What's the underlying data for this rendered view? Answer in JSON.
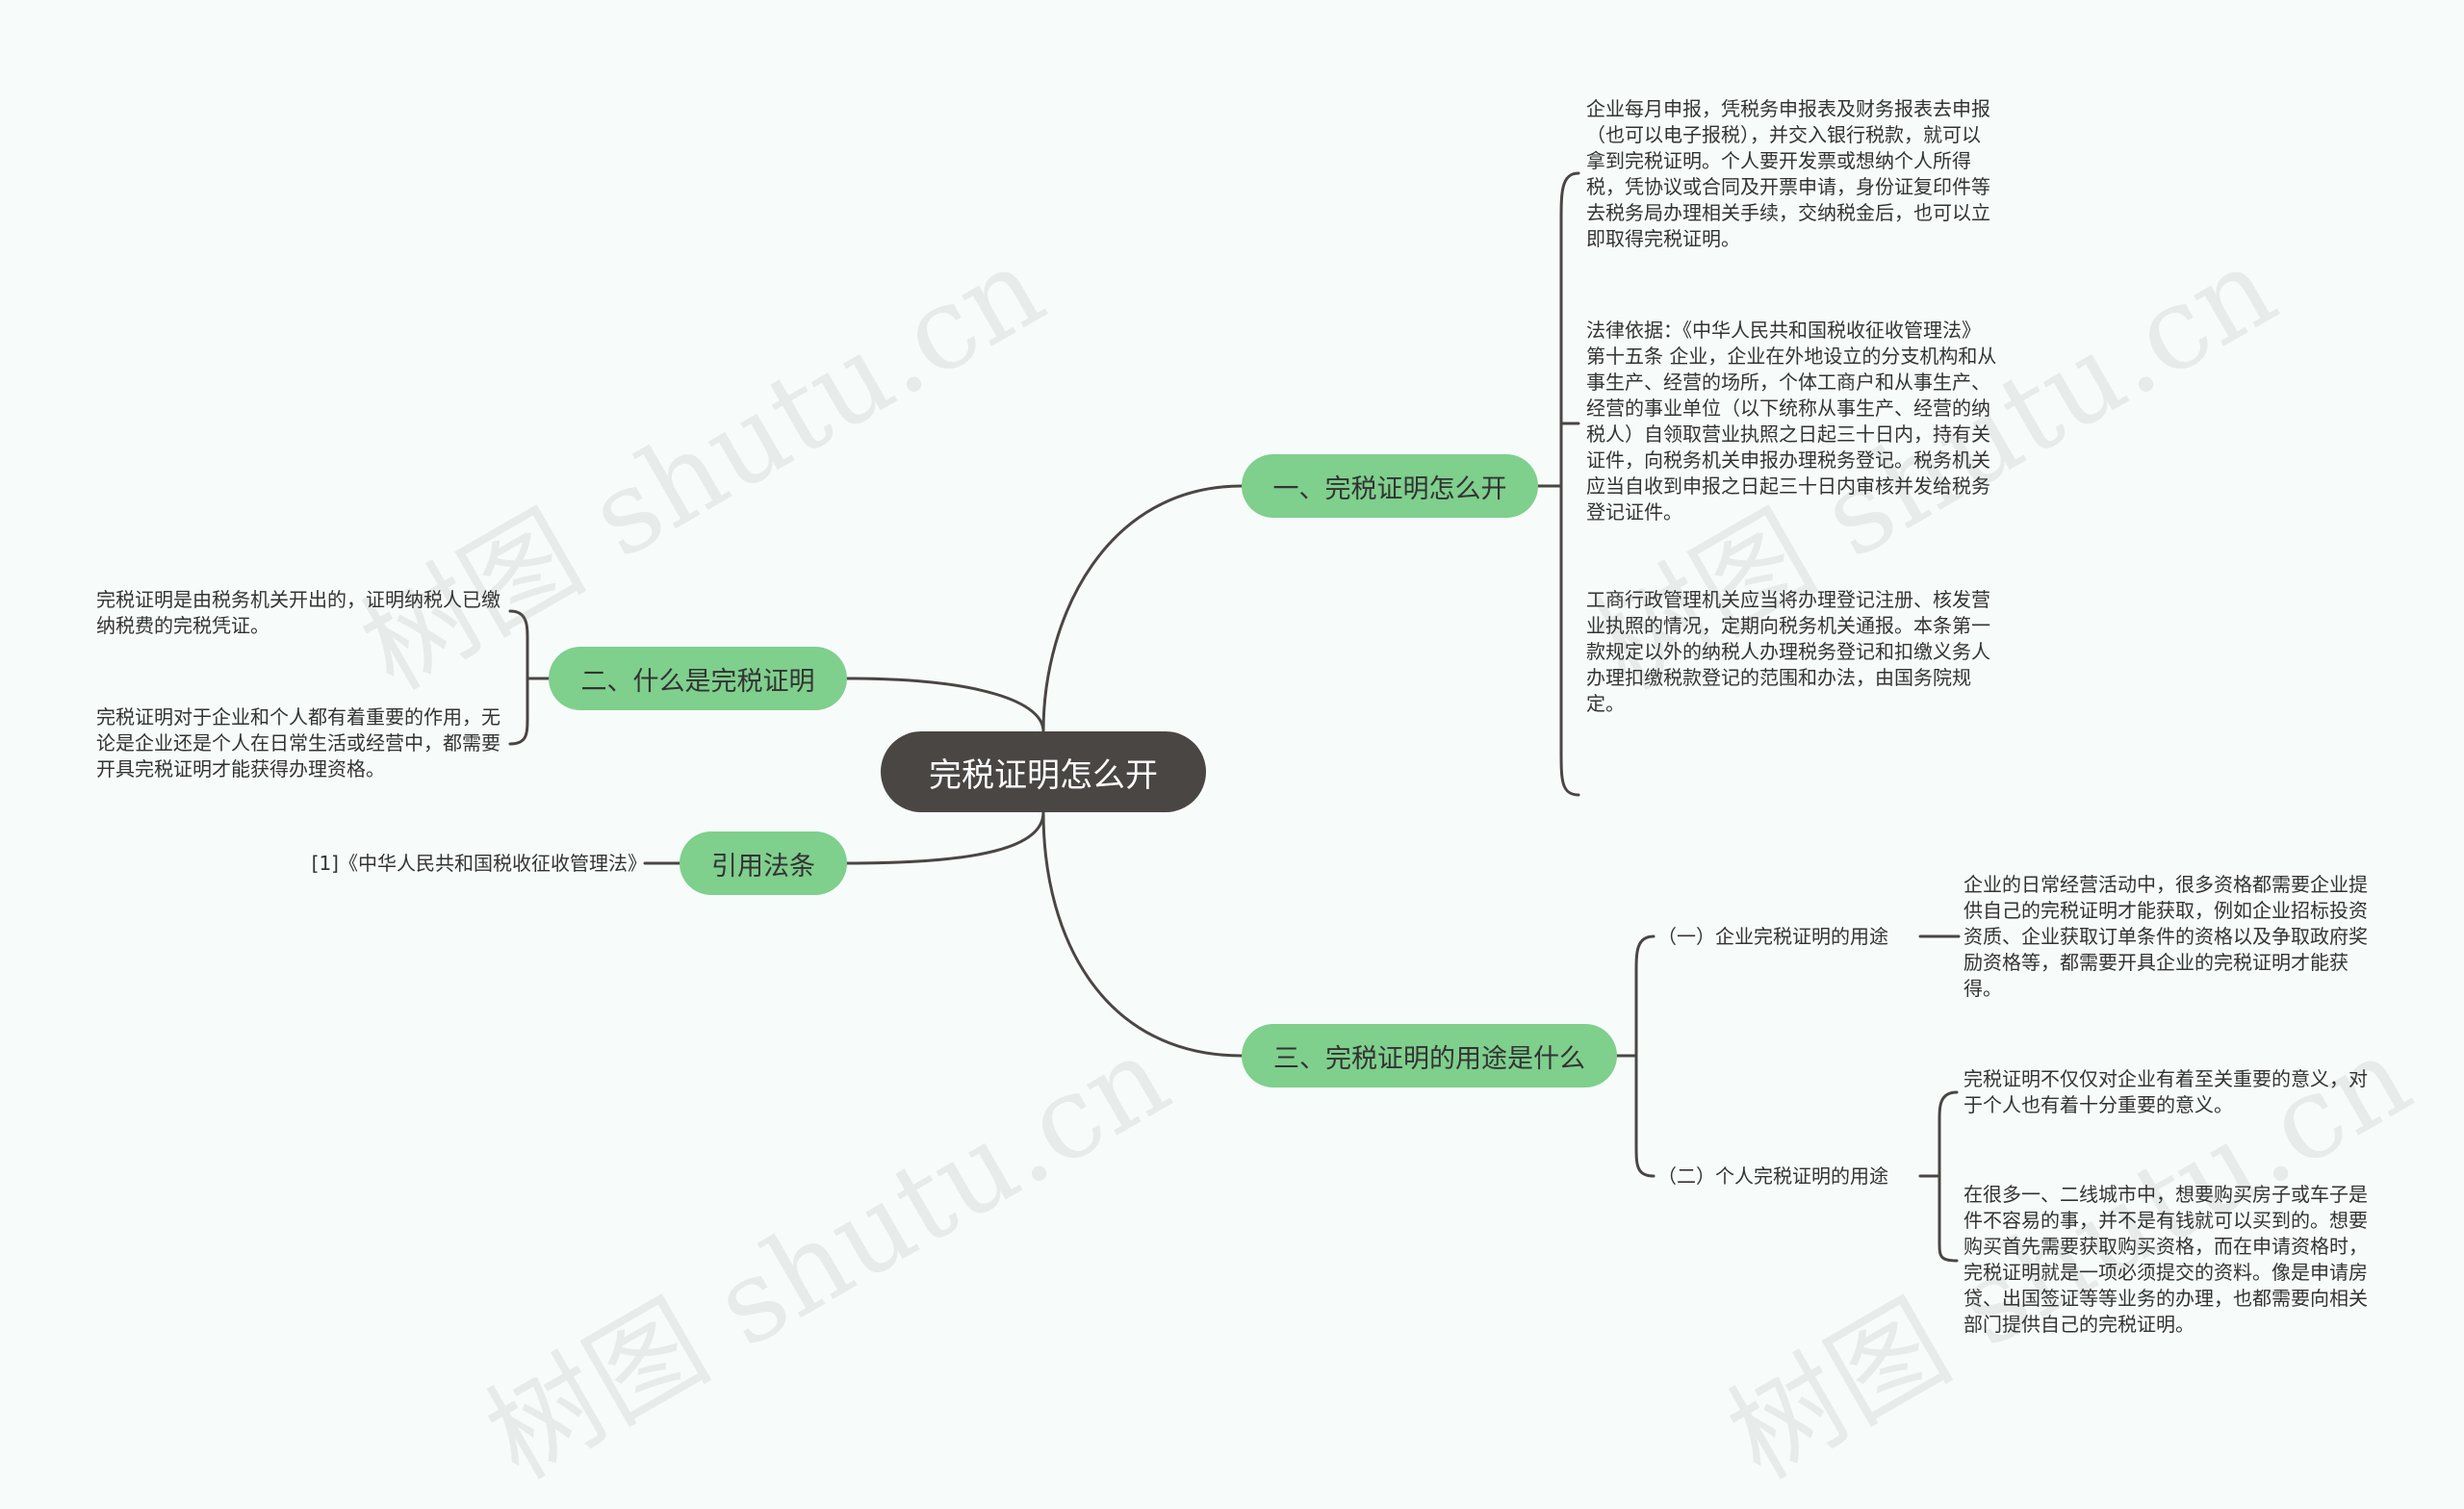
{
  "watermark": "树图 shutu.cn",
  "root": {
    "label": "完税证明怎么开"
  },
  "branches": {
    "b1": {
      "label": "一、完税证明怎么开",
      "leaves": [
        "企业每月申报，凭税务申报表及财务报表去申报（也可以电子报税），并交入银行税款，就可以拿到完税证明。个人要开发票或想纳个人所得税，凭协议或合同及开票申请，身份证复印件等去税务局办理相关手续，交纳税金后，也可以立即取得完税证明。",
        "法律依据：《中华人民共和国税收征收管理法》第十五条 企业，企业在外地设立的分支机构和从事生产、经营的场所，个体工商户和从事生产、经营的事业单位（以下统称从事生产、经营的纳税人）自领取营业执照之日起三十日内，持有关证件，向税务机关申报办理税务登记。税务机关应当自收到申报之日起三十日内审核并发给税务登记证件。",
        "工商行政管理机关应当将办理登记注册、核发营业执照的情况，定期向税务机关通报。本条第一款规定以外的纳税人办理税务登记和扣缴义务人办理扣缴税款登记的范围和办法，由国务院规定。"
      ]
    },
    "b2": {
      "label": "二、什么是完税证明",
      "leaves": [
        "完税证明是由税务机关开出的，证明纳税人已缴纳税费的完税凭证。",
        "完税证明对于企业和个人都有着重要的作用，无论是企业还是个人在日常生活或经营中，都需要开具完税证明才能获得办理资格。"
      ]
    },
    "b3": {
      "label": "引用法条",
      "leaves": [
        "[1]《中华人民共和国税收征收管理法》"
      ]
    },
    "b4": {
      "label": "三、完税证明的用途是什么",
      "subs": [
        {
          "label": "（一）企业完税证明的用途",
          "leaves": [
            "企业的日常经营活动中，很多资格都需要企业提供自己的完税证明才能获取，例如企业招标投资资质、企业获取订单条件的资格以及争取政府奖励资格等，都需要开具企业的完税证明才能获得。"
          ]
        },
        {
          "label": "（二）个人完税证明的用途",
          "leaves": [
            "完税证明不仅仅对企业有着至关重要的意义，对于个人也有着十分重要的意义。",
            "在很多一、二线城市中，想要购买房子或车子是件不容易的事，并不是有钱就可以买到的。想要购买首先需要获取购买资格，而在申请资格时，完税证明就是一项必须提交的资料。像是申请房贷、出国签证等等业务的办理，也都需要向相关部门提供自己的完税证明。"
          ]
        }
      ]
    }
  }
}
